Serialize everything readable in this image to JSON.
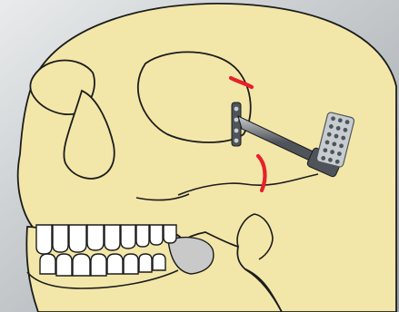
{
  "illustration": {
    "subject": "skull-with-zygomatic-distraction-device",
    "colors": {
      "background_light": "#e9ebec",
      "background_dark": "#9aa1a6",
      "bone": "#f2e7a9",
      "outline": "#1c1c1c",
      "teeth": "#ffffff",
      "osteotomy_line": "#e8202a",
      "device_metal": "#4e5459",
      "device_highlight": "#c7ccd0",
      "nasal_shadow": "#c9c9c9"
    },
    "osteotomy_lines": 2,
    "upper_teeth": 9,
    "lower_teeth": 8
  }
}
